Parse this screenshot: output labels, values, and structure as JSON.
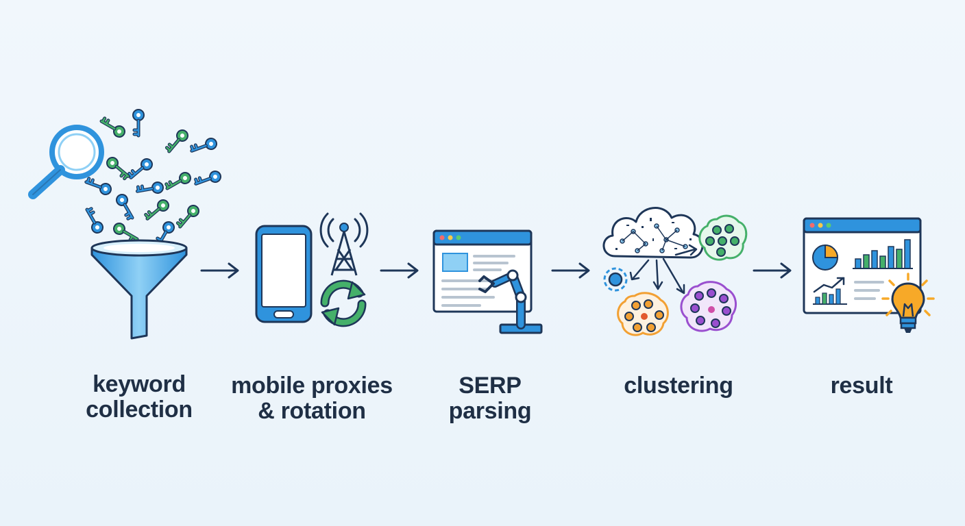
{
  "steps": [
    {
      "id": "keyword-collection",
      "lines": [
        "keyword",
        "collection"
      ]
    },
    {
      "id": "mobile-proxies",
      "lines": [
        "mobile proxies",
        "& rotation"
      ]
    },
    {
      "id": "serp-parsing",
      "lines": [
        "SERP",
        "parsing"
      ]
    },
    {
      "id": "clustering",
      "lines": [
        "clustering"
      ]
    },
    {
      "id": "result",
      "lines": [
        "result"
      ]
    }
  ],
  "icons": [
    "magnifier-icon",
    "key-icon",
    "funnel-icon",
    "smartphone-icon",
    "antenna-tower-icon",
    "rotation-arrows-icon",
    "browser-window-icon",
    "robot-arm-icon",
    "cloud-icon",
    "cluster-icon",
    "dashboard-icon",
    "lightbulb-icon",
    "arrow-right-icon"
  ],
  "colors": {
    "blue": "#2f93dd",
    "blue_light": "#8fd0f5",
    "navy": "#1e3658",
    "green": "#45b06a",
    "orange": "#f2a033",
    "purple": "#9a4fcf",
    "yellow": "#f7a928",
    "text": "#1f2f45"
  }
}
